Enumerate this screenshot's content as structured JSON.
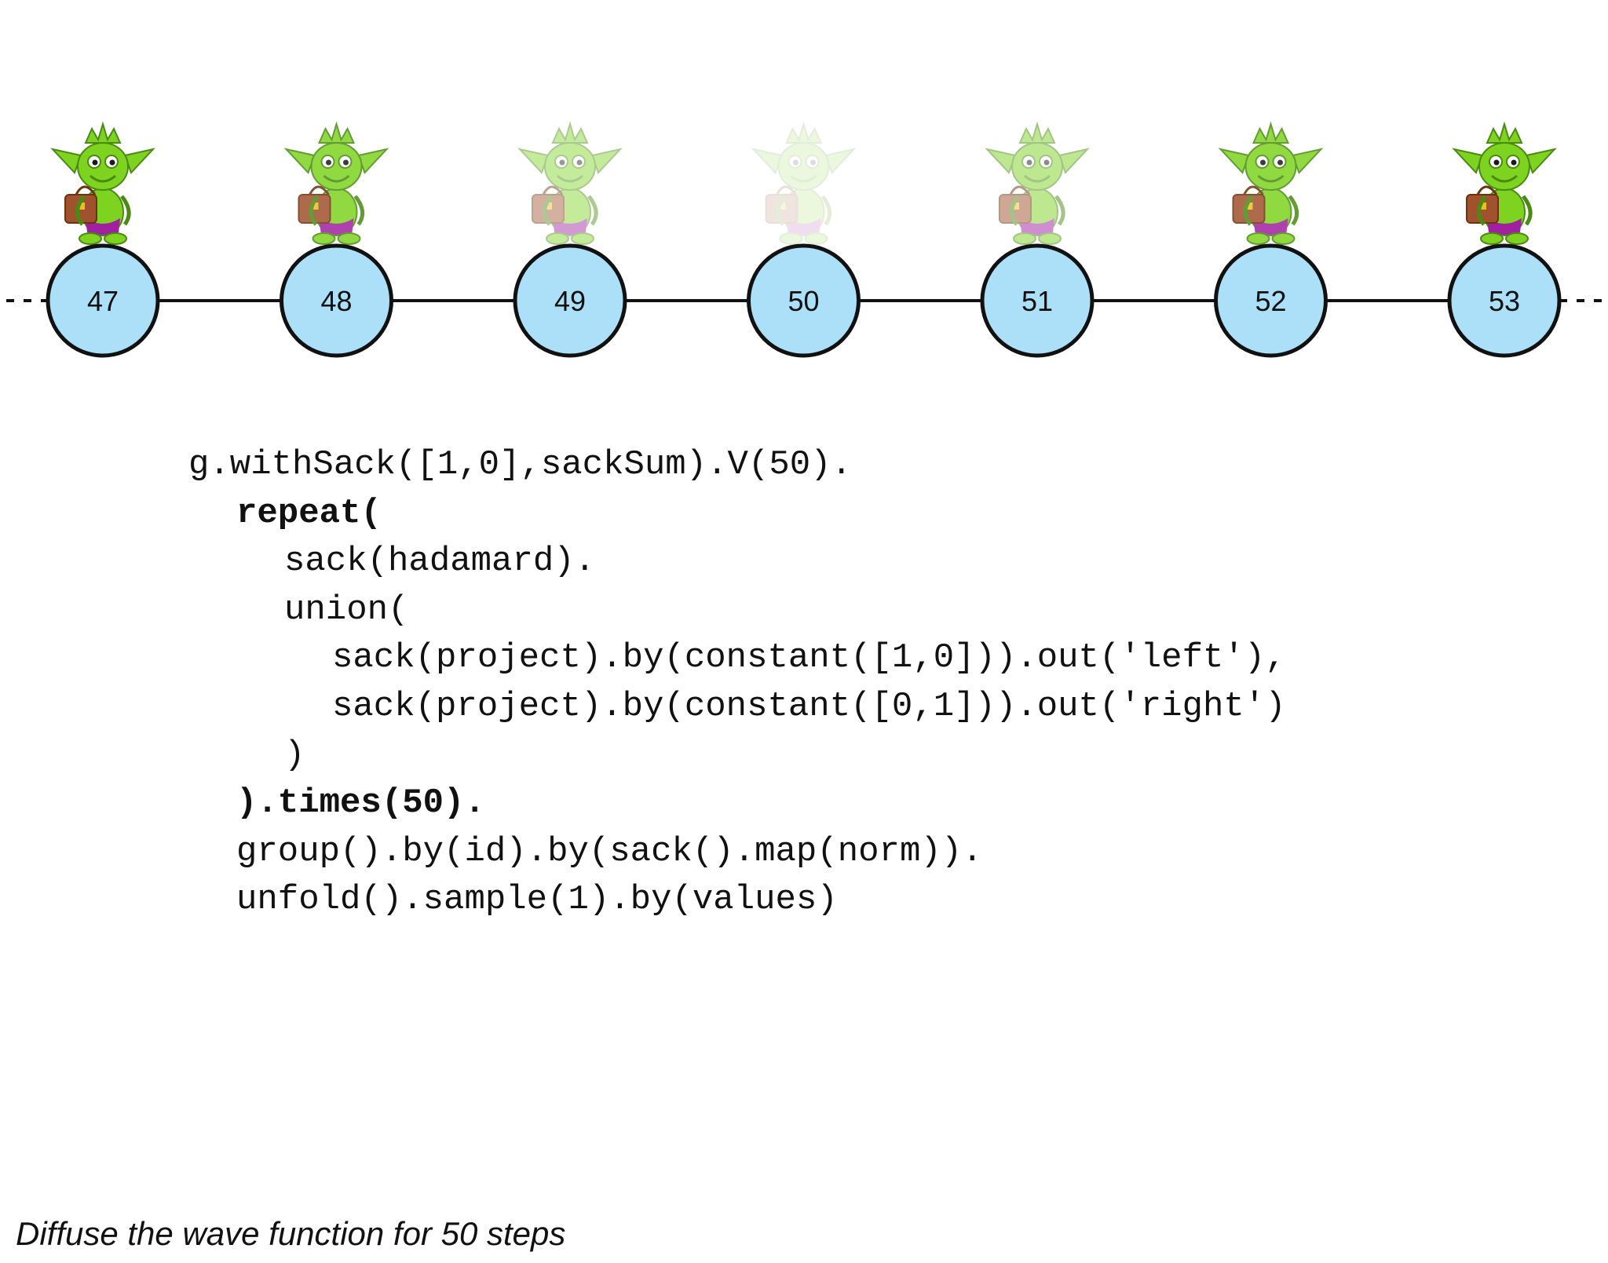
{
  "diagram": {
    "nodes": [
      {
        "label": "47",
        "gremlin_opacity": 1.0
      },
      {
        "label": "48",
        "gremlin_opacity": 0.85
      },
      {
        "label": "49",
        "gremlin_opacity": 0.45
      },
      {
        "label": "50",
        "gremlin_opacity": 0.15
      },
      {
        "label": "51",
        "gremlin_opacity": 0.5
      },
      {
        "label": "52",
        "gremlin_opacity": 0.85
      },
      {
        "label": "53",
        "gremlin_opacity": 1.0
      }
    ],
    "colors": {
      "node_fill": "#acdff8",
      "node_stroke": "#111111",
      "edge": "#111111",
      "gremlin_green": "#7ed321",
      "gremlin_dark": "#4a8a12",
      "bag": "#a0522d",
      "shorts": "#a020a0"
    }
  },
  "code": {
    "lines": [
      {
        "indent": 0,
        "parts": [
          {
            "text": "g.withSack([1,0],sackSum).V(50).",
            "bold": false
          }
        ]
      },
      {
        "indent": 1,
        "parts": [
          {
            "text": "repeat(",
            "bold": true
          }
        ]
      },
      {
        "indent": 2,
        "parts": [
          {
            "text": "sack(hadamard).",
            "bold": false
          }
        ]
      },
      {
        "indent": 2,
        "parts": [
          {
            "text": "union(",
            "bold": false
          }
        ]
      },
      {
        "indent": 3,
        "parts": [
          {
            "text": "sack(project).by(constant([1,0])).out('left'),",
            "bold": false
          }
        ]
      },
      {
        "indent": 3,
        "parts": [
          {
            "text": "sack(project).by(constant([0,1])).out('right')",
            "bold": false
          }
        ]
      },
      {
        "indent": 2,
        "parts": [
          {
            "text": ")",
            "bold": false
          }
        ]
      },
      {
        "indent": 1,
        "parts": [
          {
            "text": ").times(50).",
            "bold": true
          }
        ]
      },
      {
        "indent": 1,
        "parts": [
          {
            "text": "group().by(id).by(sack().map(norm)).",
            "bold": false
          }
        ]
      },
      {
        "indent": 1,
        "parts": [
          {
            "text": "unfold().sample(1).by(values)",
            "bold": false
          }
        ]
      }
    ]
  },
  "caption": "Diffuse the wave function for 50 steps"
}
